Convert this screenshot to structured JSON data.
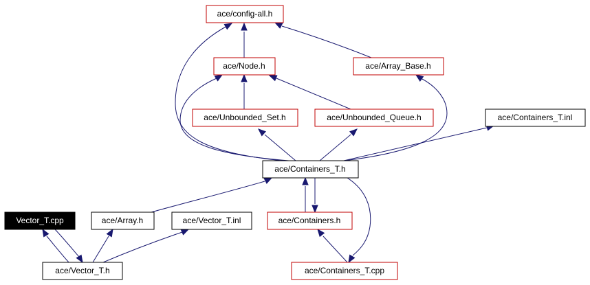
{
  "colors": {
    "edge": "#191970",
    "border_default": "#000000",
    "border_red": "#c00000",
    "selected_fill": "#000000",
    "selected_text": "#ffffff"
  },
  "nodes": {
    "config_all": {
      "label": "ace/config-all.h",
      "style": "red"
    },
    "node_h": {
      "label": "ace/Node.h",
      "style": "red"
    },
    "array_base": {
      "label": "ace/Array_Base.h",
      "style": "red"
    },
    "unbounded_set": {
      "label": "ace/Unbounded_Set.h",
      "style": "red"
    },
    "unbounded_queue": {
      "label": "ace/Unbounded_Queue.h",
      "style": "red"
    },
    "containers_t_inl": {
      "label": "ace/Containers_T.inl",
      "style": "black"
    },
    "containers_t_h": {
      "label": "ace/Containers_T.h",
      "style": "black"
    },
    "vector_t_cpp": {
      "label": "Vector_T.cpp",
      "style": "selected"
    },
    "array_h": {
      "label": "ace/Array.h",
      "style": "black"
    },
    "vector_t_inl": {
      "label": "ace/Vector_T.inl",
      "style": "black"
    },
    "containers_h": {
      "label": "ace/Containers.h",
      "style": "red"
    },
    "vector_t_h": {
      "label": "ace/Vector_T.h",
      "style": "black"
    },
    "containers_t_cpp": {
      "label": "ace/Containers_T.cpp",
      "style": "red"
    }
  }
}
